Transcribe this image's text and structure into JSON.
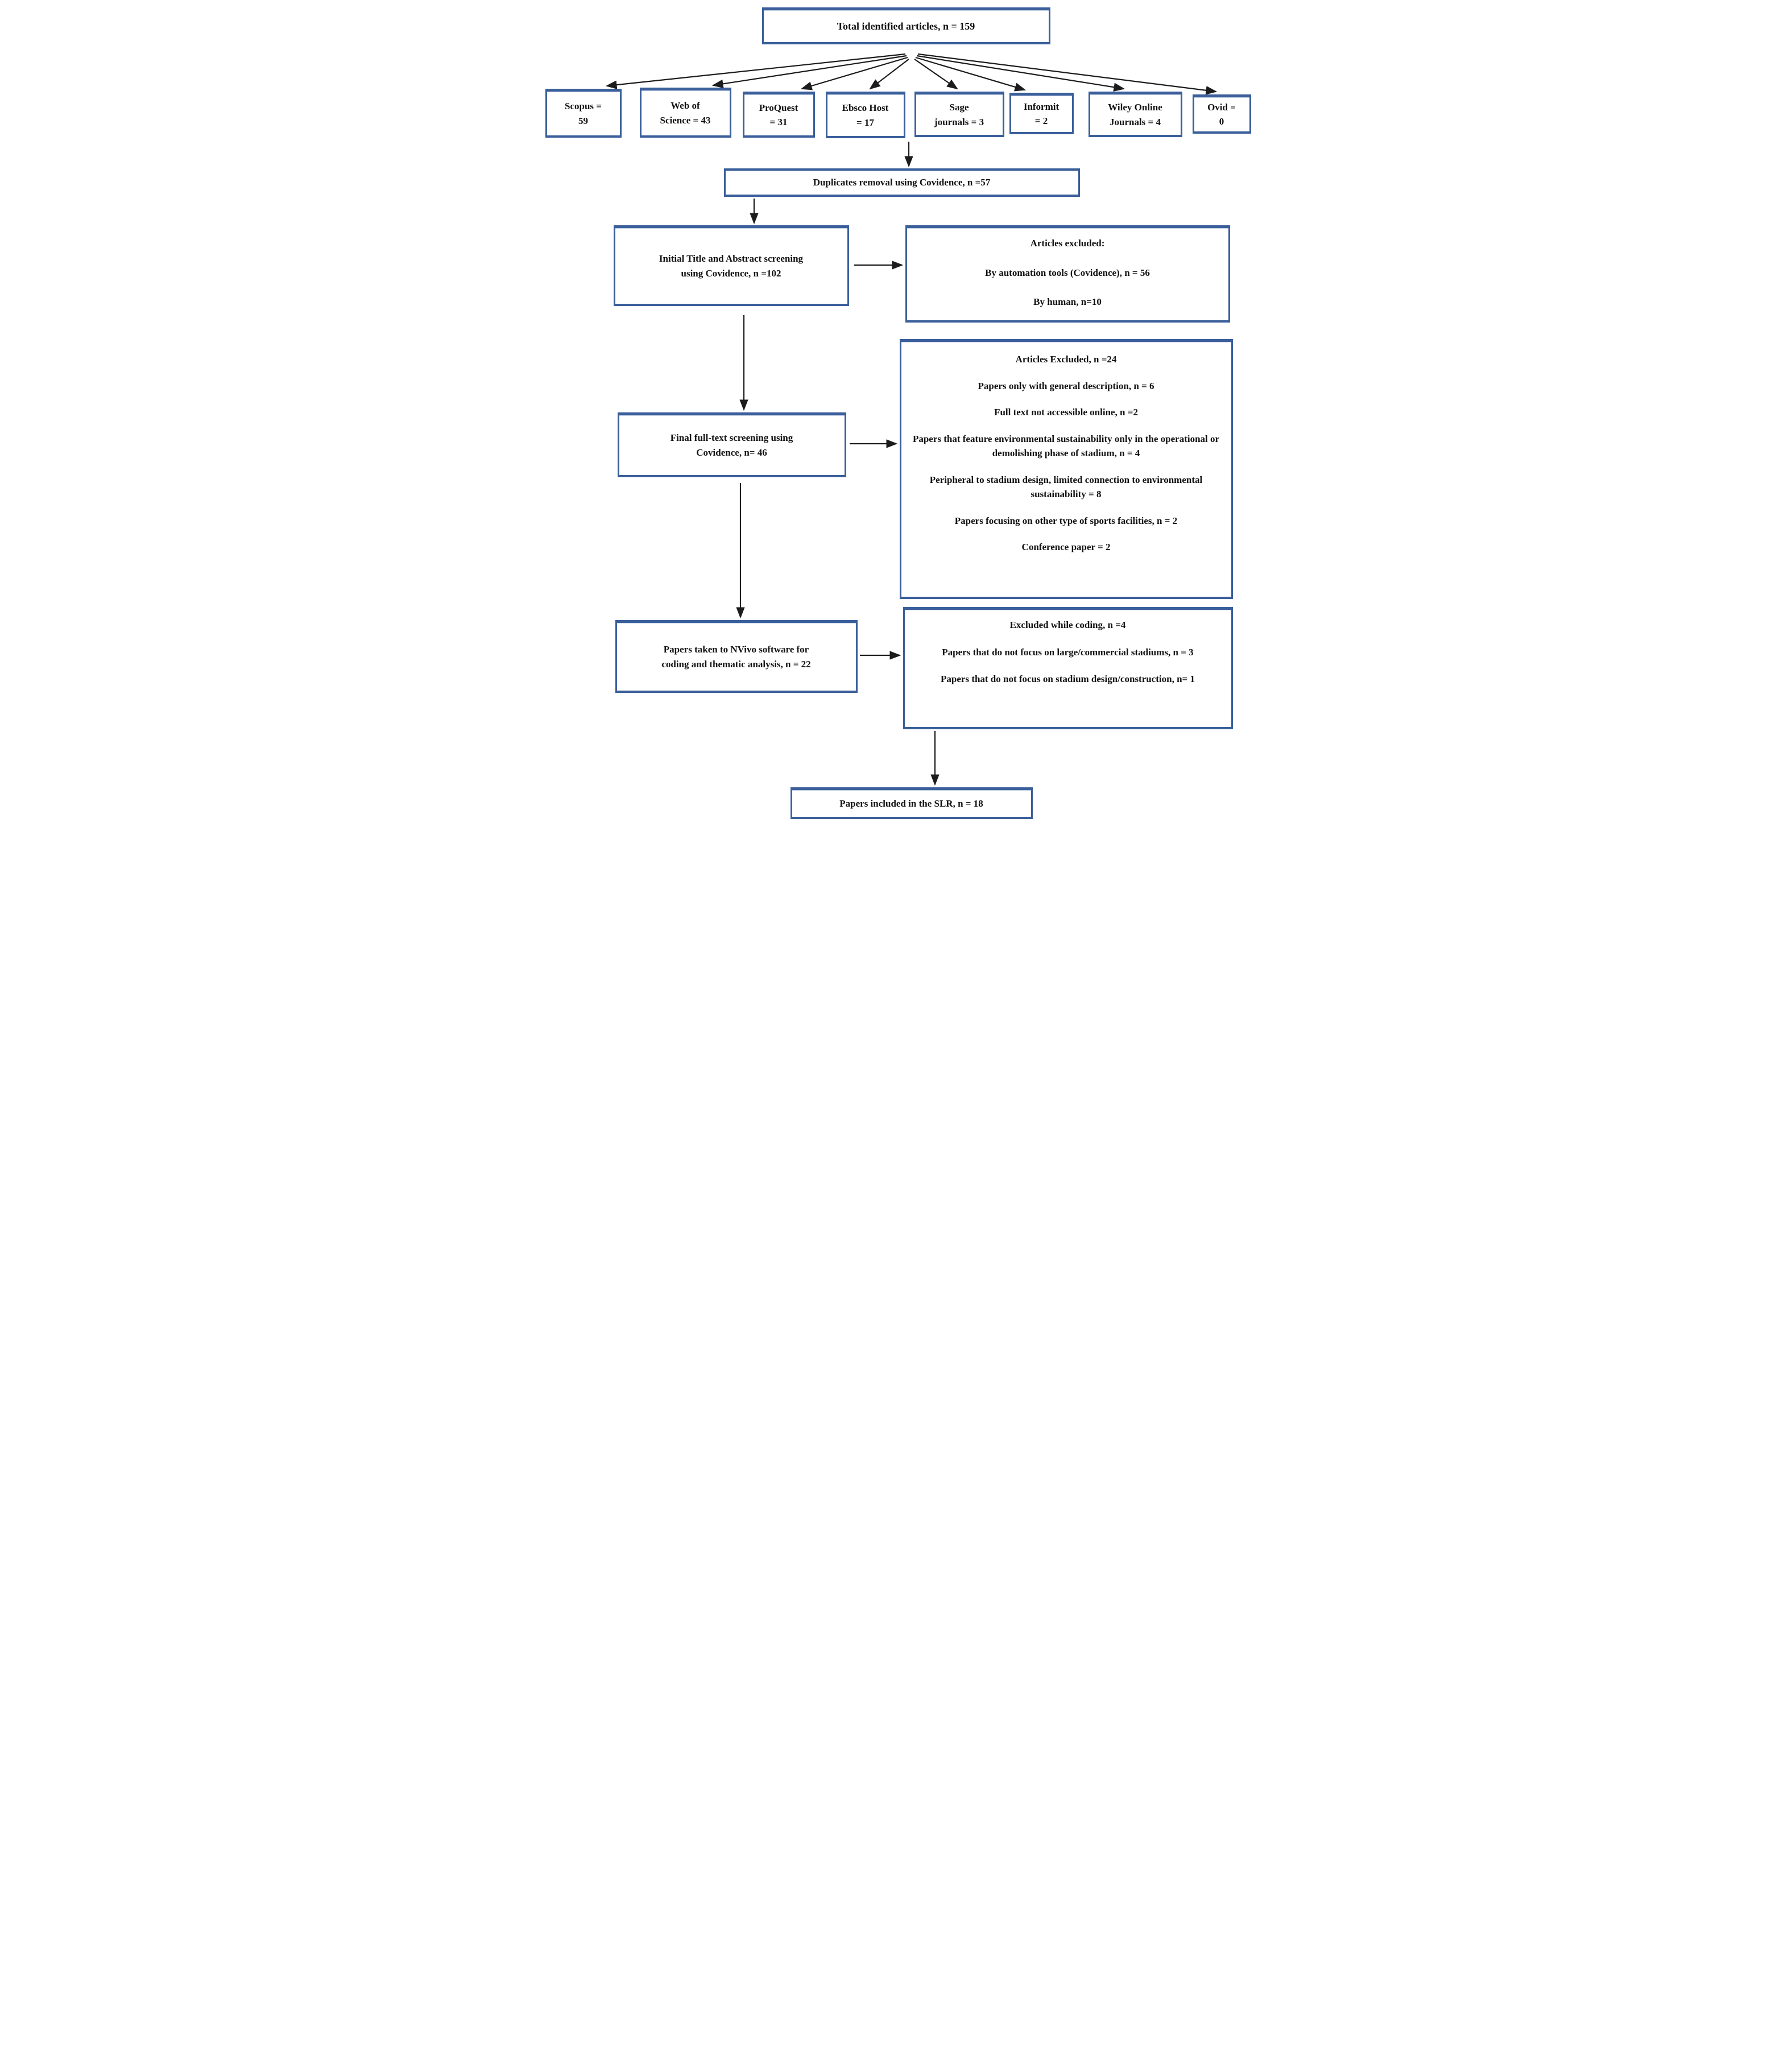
{
  "colors": {
    "box_border": "#3a5f9b",
    "arrow": "#1c1c1c",
    "background": "#ffffff"
  },
  "flowchart": {
    "total_box": "Total identified articles, n = 159",
    "sources": [
      {
        "label": "Scopus =\n59"
      },
      {
        "label": "Web of\nScience = 43"
      },
      {
        "label": "ProQuest\n= 31"
      },
      {
        "label": "Ebsco Host\n= 17"
      },
      {
        "label": "Sage\njournals = 3"
      },
      {
        "label": "Informit\n= 2"
      },
      {
        "label": "Wiley Online\nJournals = 4"
      },
      {
        "label": "Ovid =\n0"
      }
    ],
    "duplicates_box": "Duplicates removal using Covidence, n =57",
    "initial_screening_box": "Initial Title and Abstract screening\nusing Covidence, n =102",
    "articles_excluded_box": {
      "lines": [
        "Articles excluded:",
        "By automation tools (Covidence), n = 56",
        "By human, n=10"
      ]
    },
    "final_screening_box": "Final full-text screening using\nCovidence, n= 46",
    "fulltext_excluded_box": {
      "lines": [
        "Articles Excluded, n =24",
        "Papers only with general description, n = 6",
        "Full text not accessible online, n =2",
        "Papers that feature environmental sustainability only in the operational or demolishing phase of stadium, n = 4",
        "Peripheral to stadium design, limited connection to environmental sustainability = 8",
        "Papers focusing on other type of sports facilities, n = 2",
        "Conference paper = 2"
      ]
    },
    "nvivo_box": "Papers taken to NVivo software for\ncoding and thematic analysis, n = 22",
    "coding_excluded_box": {
      "lines": [
        "Excluded while coding, n =4",
        "Papers that do not focus on large/commercial stadiums, n = 3",
        "Papers that do not focus on stadium design/construction, n= 1"
      ]
    },
    "included_box": "Papers included in the SLR, n = 18"
  }
}
